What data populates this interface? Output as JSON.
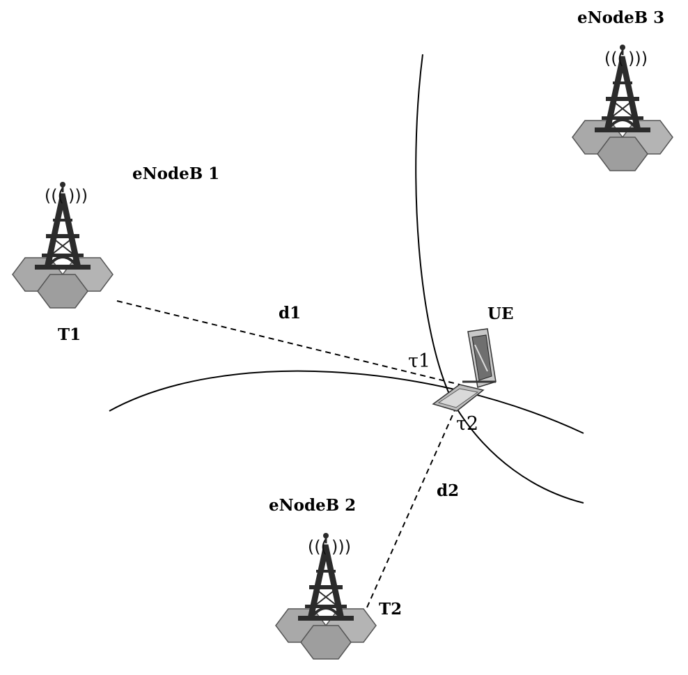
{
  "diagram": {
    "base_stations": [
      {
        "name": "eNodeB 1",
        "tag": "T1"
      },
      {
        "name": "eNodeB 2",
        "tag": "T2"
      },
      {
        "name": "eNodeB 3",
        "tag": ""
      }
    ],
    "ue_label": "UE",
    "distances": {
      "d1": "d1",
      "d2": "d2"
    },
    "delays": {
      "tau1": "τ1",
      "tau2": "τ2"
    },
    "signal_glyph_left": "(((",
    "signal_glyph_right": ")))",
    "colors": {
      "line": "#000000",
      "hex_fill": "#a9a9a9",
      "hex_edge": "#555555",
      "tower": "#2b2b2b",
      "phone_body": "#bdbdbd"
    }
  }
}
